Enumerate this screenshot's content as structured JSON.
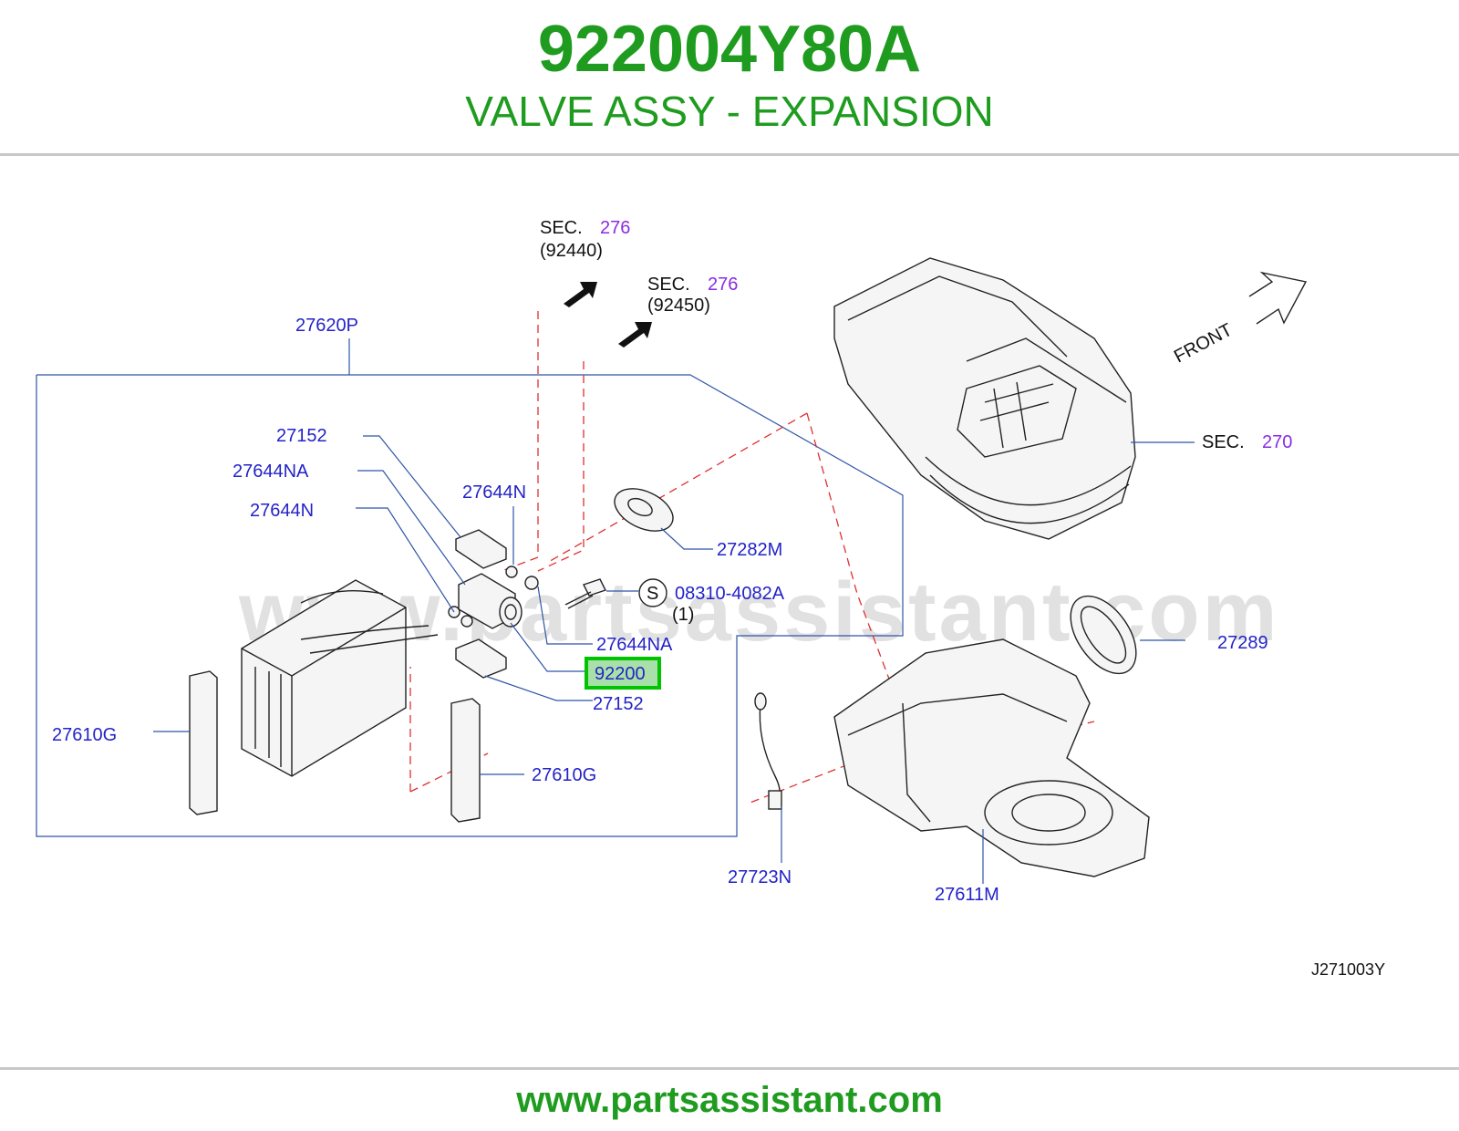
{
  "header": {
    "part_number": "922004Y80A",
    "description": "VALVE ASSY - EXPANSION"
  },
  "diagram": {
    "watermark": "www.partsassistant.com",
    "code": "J271003Y",
    "front_label": "FRONT",
    "sec_prefix": "SEC.",
    "sec_refs": [
      {
        "num": "276",
        "sub": "(92440)"
      },
      {
        "num": "276",
        "sub": "(92450)"
      },
      {
        "num": "270"
      }
    ],
    "bolt_symbol": "S",
    "bolt_qty": "(1)",
    "callouts": {
      "c27620P": "27620P",
      "c27152a": "27152",
      "c27644NAa": "27644NA",
      "c27644Na": "27644N",
      "c27644Nb": "27644N",
      "c27282M": "27282M",
      "c08310": "08310-4082A",
      "c27644NAb": "27644NA",
      "c92200": "92200",
      "c27152b": "27152",
      "c27610Ga": "27610G",
      "c27610Gb": "27610G",
      "c27289": "27289",
      "c27723N": "27723N",
      "c27611M": "27611M"
    },
    "highlight_color": "#00c400"
  },
  "footer": {
    "url": "www.partsassistant.com"
  }
}
